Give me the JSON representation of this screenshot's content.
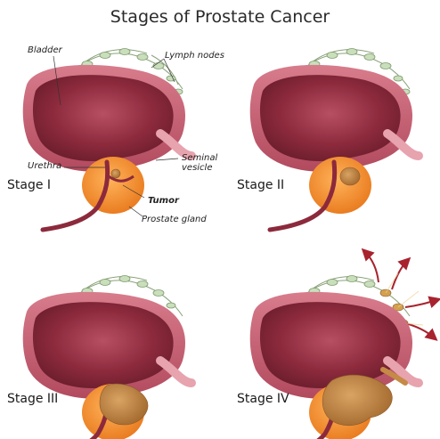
{
  "title": "Stages of Prostate Cancer",
  "stages": [
    {
      "label": "Stage I"
    },
    {
      "label": "Stage II"
    },
    {
      "label": "Stage III"
    },
    {
      "label": "Stage IV"
    }
  ],
  "labels": {
    "bladder": "Bladder",
    "lymph_nodes": "Lymph nodes",
    "urethra": "Urethra",
    "seminal_vesicle_1": "Seminal",
    "seminal_vesicle_2": "vesicle",
    "tumor": "Tumor",
    "prostate_gland": "Prostate gland"
  },
  "colors": {
    "bladder_outer": "#c7596e",
    "bladder_inner": "#8c2a3c",
    "prostate": "#f5922a",
    "tumor": "#c58a45",
    "vesicle": "#f3c0c8",
    "lymph": "#b9d6a8",
    "arrow": "#a8232e"
  }
}
